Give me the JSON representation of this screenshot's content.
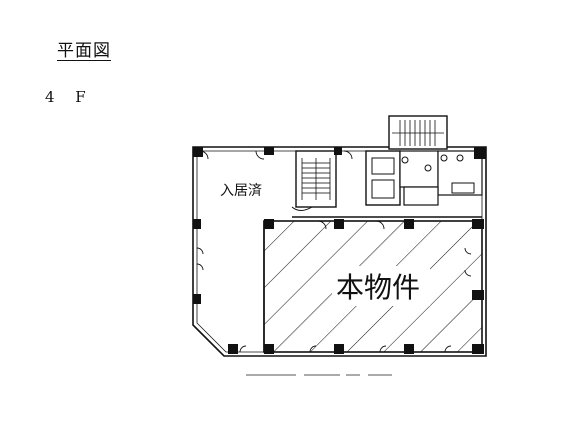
{
  "heading": {
    "title": "平面図",
    "floor": "4 F"
  },
  "plan": {
    "occupied_label": "入居済",
    "target_label": "本物件",
    "line_color": "#111111",
    "hatch_color": "#222222"
  }
}
